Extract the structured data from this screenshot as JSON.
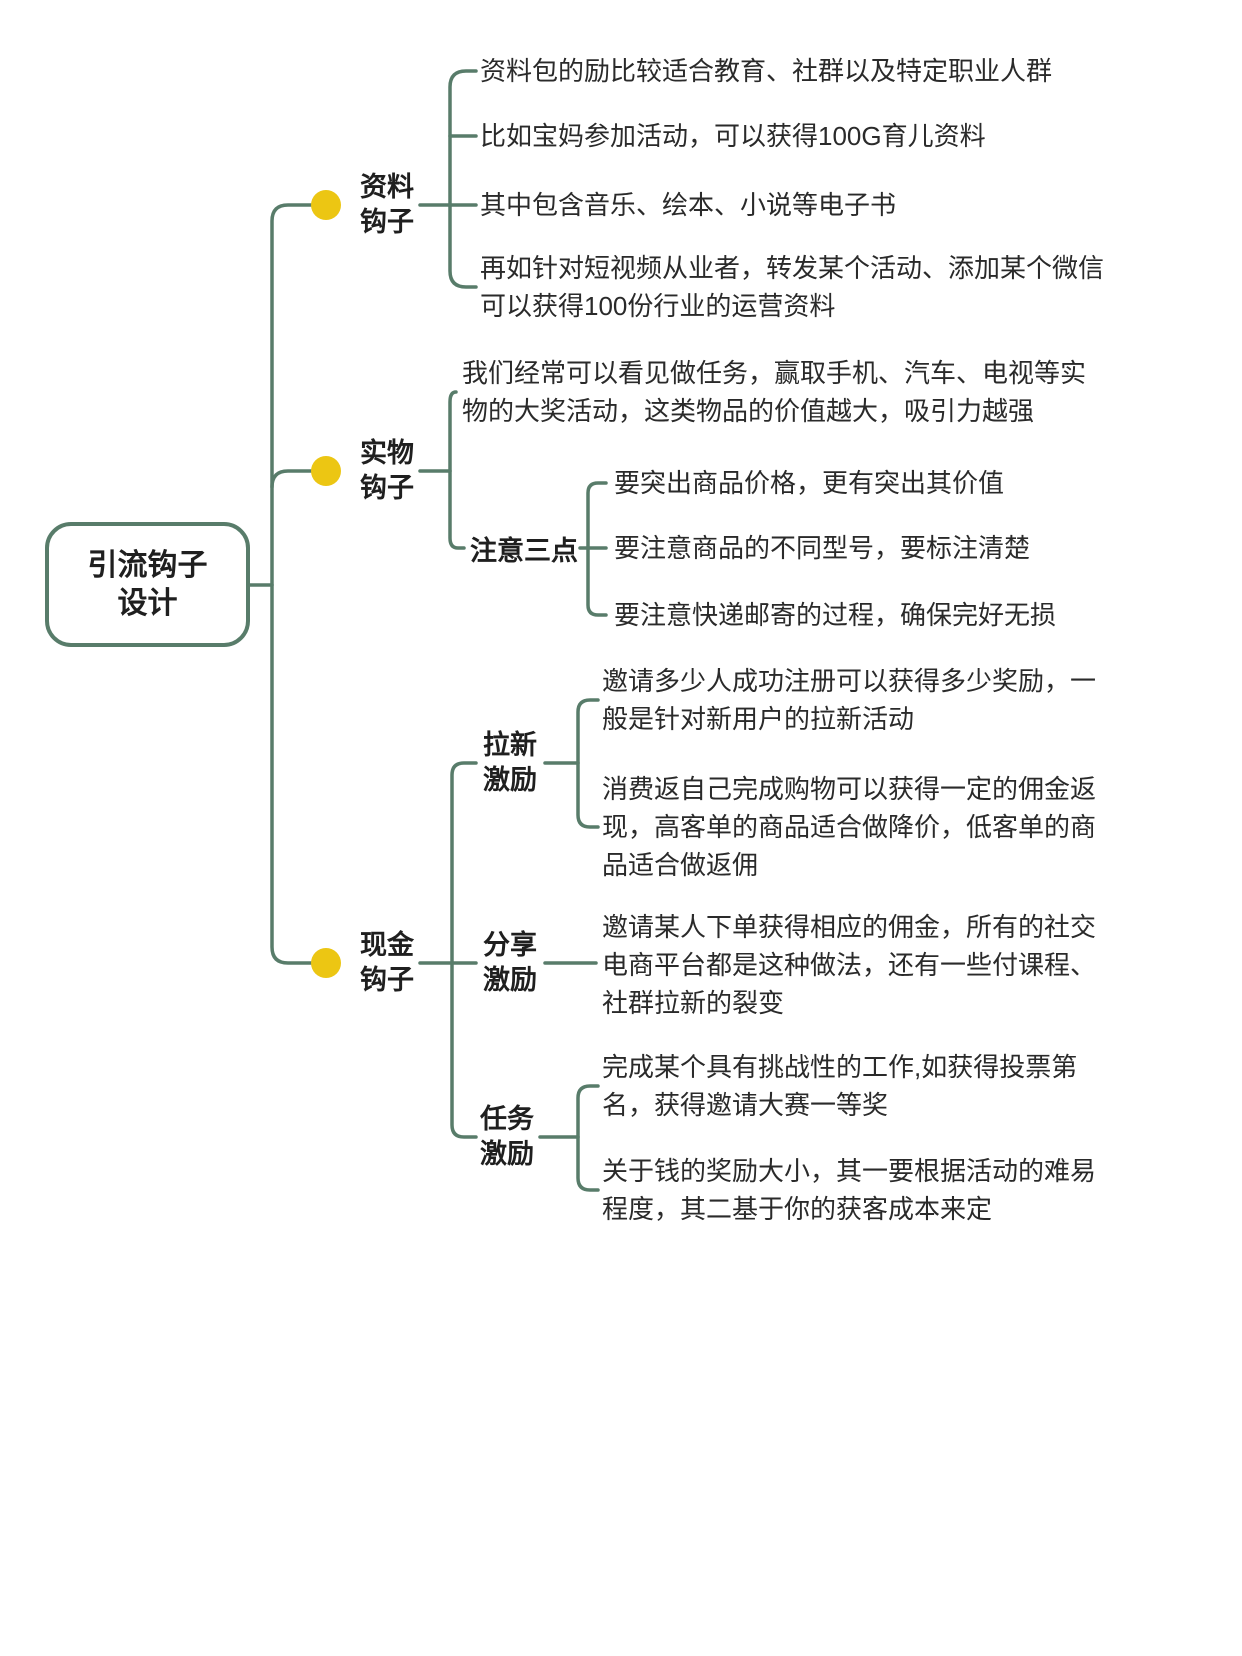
{
  "root": {
    "label": "引流钩子\n设计"
  },
  "branches": [
    {
      "label": "资料钩子",
      "children": [
        {
          "text": "资料包的励比较适合教育、社群以及特定职业人群"
        },
        {
          "text": "比如宝妈参加活动，可以获得100G育儿资料"
        },
        {
          "text": "其中包含音乐、绘本、小说等电子书"
        },
        {
          "text": "再如针对短视频从业者，转发某个活动、添加某个微信\n可以获得100份行业的运营资料"
        }
      ]
    },
    {
      "label": "实物钩子",
      "children": [
        {
          "text": "我们经常可以看见做任务，赢取手机、汽车、电视等实\n物的大奖活动，这类物品的价值越大，吸引力越强"
        },
        {
          "label": "注意三点",
          "children": [
            {
              "text": "要突出商品价格，更有突出其价值"
            },
            {
              "text": "要注意商品的不同型号，要标注清楚"
            },
            {
              "text": "要注意快递邮寄的过程，确保完好无损"
            }
          ]
        }
      ]
    },
    {
      "label": "现金钩子",
      "children": [
        {
          "label": "拉新激励",
          "children": [
            {
              "text": "邀请多少人成功注册可以获得多少奖励，一\n般是针对新用户的拉新活动"
            },
            {
              "text": "消费返自己完成购物可以获得一定的佣金返\n现，高客单的商品适合做降价，低客单的商\n品适合做返佣"
            }
          ]
        },
        {
          "label": "分享激励",
          "children": [
            {
              "text": "邀请某人下单获得相应的佣金，所有的社交\n电商平台都是这种做法，还有一些付课程、\n社群拉新的裂变"
            }
          ]
        },
        {
          "label": "任务激励",
          "children": [
            {
              "text": "完成某个具有挑战性的工作,如获得投票第\n名，获得邀请大赛一等奖"
            },
            {
              "text": "关于钱的奖励大小，其一要根据活动的难易\n程度，其二基于你的获客成本来定"
            }
          ]
        }
      ]
    }
  ],
  "colors": {
    "line": "#587c6a",
    "bullet": "#ecc613",
    "text": "#2a2a2a"
  }
}
